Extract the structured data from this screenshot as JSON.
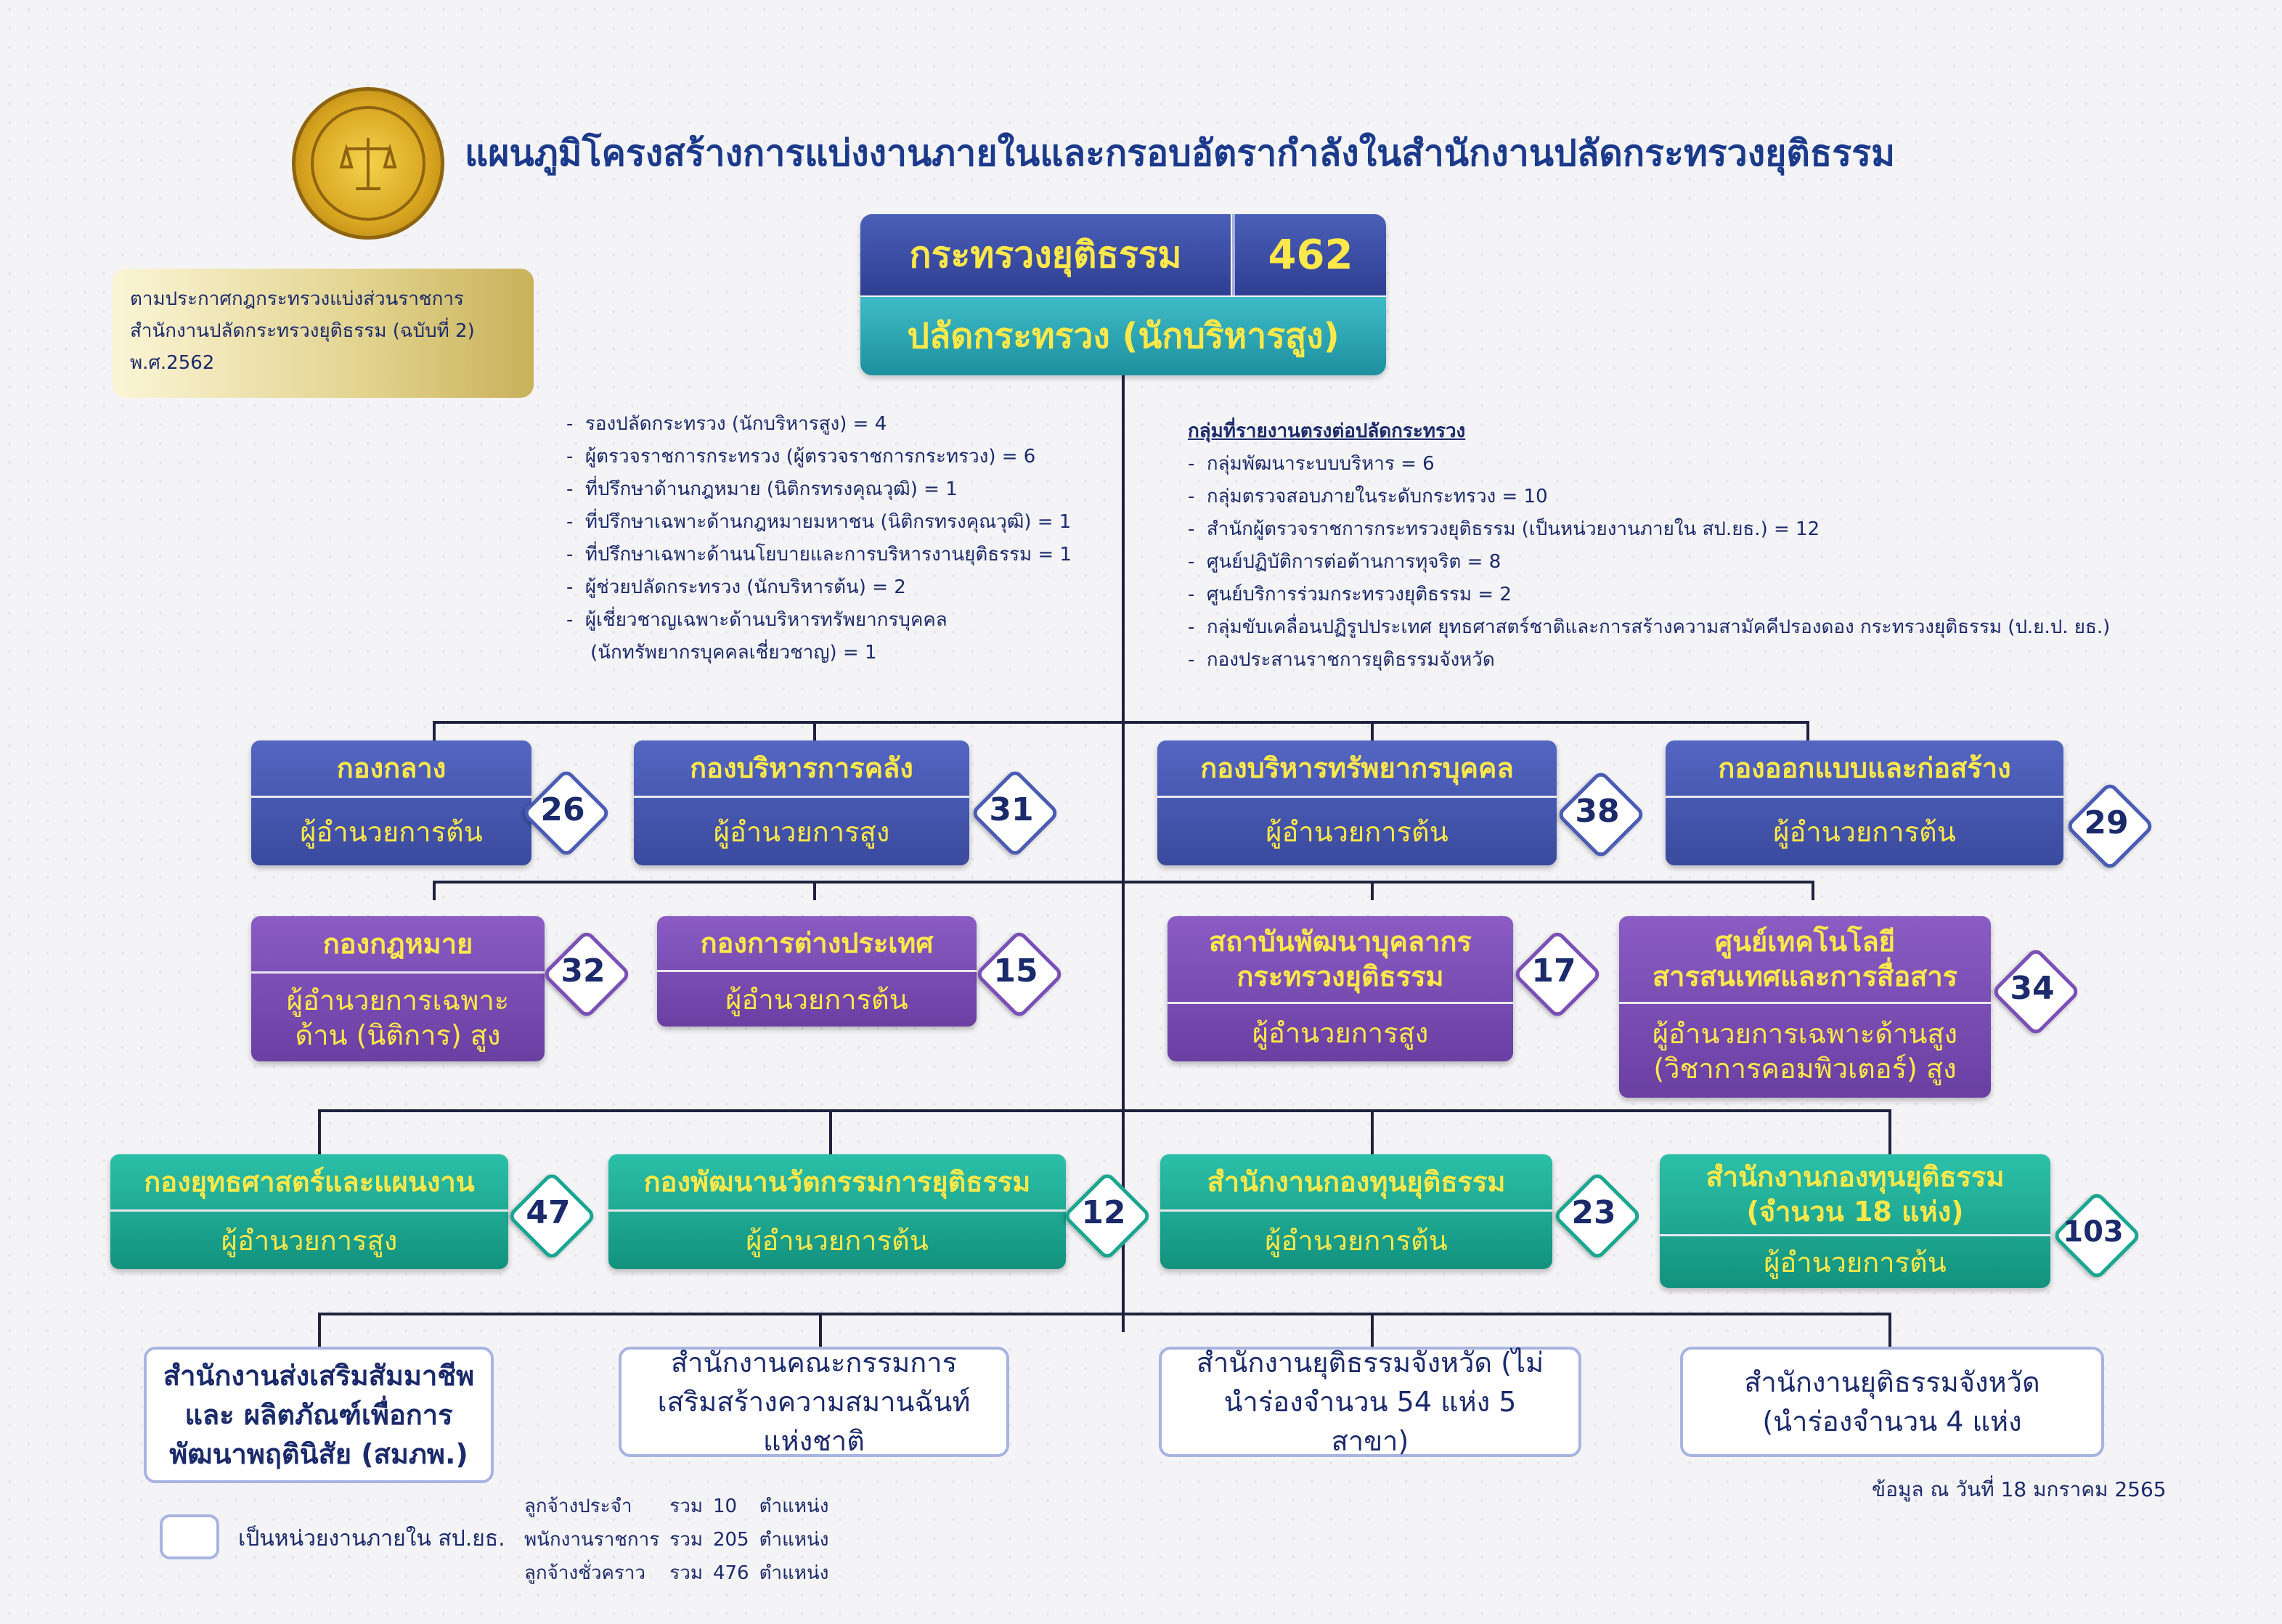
{
  "title": "แผนภูมิโครงสร้างการแบ่งงานภายในและกรอบอัตรากำลังในสำนักงานปลัดกระทรวงยุติธรรม",
  "seal_icon": "ministry-seal-icon",
  "decree": {
    "line1": "ตามประกาศกฎกระทรวงแบ่งส่วนราชการ",
    "line2": "สำนักงานปลัดกระทรวงยุติธรรม (ฉบับที่ 2)",
    "line3": "พ.ศ.2562"
  },
  "top": {
    "ministry": "กระทรวงยุติธรรม",
    "count": "462",
    "position": "ปลัดกระทรวง (นักบริหารสูง)"
  },
  "left_list": [
    "รองปลัดกระทรวง (นักบริหารสูง) = 4",
    "ผู้ตรวจราชการกระทรวง (ผู้ตรวจราชการกระทรวง) = 6",
    "ที่ปรึกษาด้านกฎหมาย (นิติกรทรงคุณวุฒิ) = 1",
    "ที่ปรึกษาเฉพาะด้านกฎหมายมหาชน (นิติกรทรงคุณวุฒิ) = 1",
    "ที่ปรึกษาเฉพาะด้านนโยบายและการบริหารงานยุติธรรม = 1",
    "ผู้ช่วยปลัดกระทรวง (นักบริหารต้น) = 2",
    "ผู้เชี่ยวชาญเฉพาะด้านบริหารทรัพยากรบุคคล",
    "(นักทรัพยากรบุคคลเชี่ยวชาญ) = 1"
  ],
  "right_list": {
    "heading": "กลุ่มที่รายงานตรงต่อปลัดกระทรวง",
    "items": [
      "กลุ่มพัฒนาระบบบริหาร = 6",
      "กลุ่มตรวจสอบภายในระดับกระทรวง = 10",
      "สำนักผู้ตรวจราชการกระทรวงยุติธรรม (เป็นหน่วยงานภายใน สป.ยธ.) = 12",
      "ศูนย์ปฏิบัติการต่อต้านการทุจริต = 8",
      "ศูนย์บริการร่วมกระทรวงยุติธรรม = 2",
      "กลุ่มขับเคลื่อนปฏิรูปประเทศ ยุทธศาสตร์ชาติและการสร้างความสามัคคีปรองดอง กระทรวงยุติธรรม (ป.ย.ป. ยธ.)",
      "กองประสานราชการยุติธรรมจังหวัด"
    ]
  },
  "units": [
    {
      "name": "กองกลาง",
      "position": "ผู้อำนวยการต้น",
      "count": "26"
    },
    {
      "name": "กองบริหารการคลัง",
      "position": "ผู้อำนวยการสูง",
      "count": "31"
    },
    {
      "name": "กองบริหารทรัพยากรบุคคล",
      "position": "ผู้อำนวยการต้น",
      "count": "38"
    },
    {
      "name": "กองออกแบบและก่อสร้าง",
      "position": "ผู้อำนวยการต้น",
      "count": "29"
    },
    {
      "name": "กองกฎหมาย",
      "position": "ผู้อำนวยการเฉพาะด้าน (นิติการ) สูง",
      "count": "32"
    },
    {
      "name": "กองการต่างประเทศ",
      "position": "ผู้อำนวยการต้น",
      "count": "15"
    },
    {
      "name": "สถาบันพัฒนาบุคลากร กระทรวงยุติธรรม",
      "position": "ผู้อำนวยการสูง",
      "count": "17"
    },
    {
      "name": "ศูนย์เทคโนโลยี สารสนเทศและการสื่อสาร",
      "position": "ผู้อำนวยการเฉพาะด้านสูง (วิชาการคอมพิวเตอร์) สูง",
      "count": "34"
    },
    {
      "name": "กองยุทธศาสตร์และแผนงาน",
      "position": "ผู้อำนวยการสูง",
      "count": "47"
    },
    {
      "name": "กองพัฒนานวัตกรรมการยุติธรรม",
      "position": "ผู้อำนวยการต้น",
      "count": "12"
    },
    {
      "name": "สำนักงานกองทุนยุติธรรม",
      "position": "ผู้อำนวยการต้น",
      "count": "23"
    },
    {
      "name": "สำนักงานกองทุนยุติธรรม (จำนวน 18 แห่ง)",
      "position": "ผู้อำนวยการต้น",
      "count": "103"
    }
  ],
  "offices": [
    "สำนักงานส่งเสริมสัมมาชีพและ ผลิตภัณฑ์เพื่อการ พัฒนาพฤตินิสัย (สมภพ.)",
    "สำนักงานคณะกรรมการ เสริมสร้างความสมานฉันท์แห่งชาติ",
    "สำนักงานยุติธรรมจังหวัด (ไม่นำร่องจำนวน 54 แห่ง 5 สาขา)",
    "สำนักงานยุติธรรมจังหวัด (นำร่องจำนวน 4 แห่ง"
  ],
  "legend": "เป็นหน่วยงานภายใน สป.ยธ.",
  "staff": [
    {
      "label": "ลูกจ้างประจำ",
      "sum": "รวม",
      "n": "10",
      "unit": "ตำแหน่ง"
    },
    {
      "label": "พนักงานราชการ",
      "sum": "รวม",
      "n": "205",
      "unit": "ตำแหน่ง"
    },
    {
      "label": "ลูกจ้างชั่วคราว",
      "sum": "รวม",
      "n": "476",
      "unit": "ตำแหน่ง"
    }
  ],
  "date_note": "ข้อมูล ณ วันที่ 18 มกราคม 2565",
  "colors": {
    "navy": "#1b2a6b",
    "blue": "#3a4a9e",
    "purple": "#6a3fa2",
    "teal": "#12927e",
    "yellow": "#ffe84a"
  }
}
